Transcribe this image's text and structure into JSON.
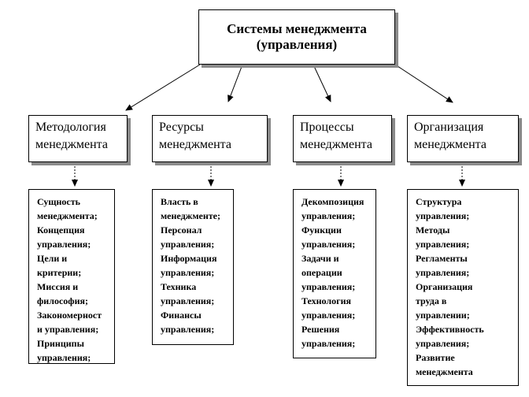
{
  "root": {
    "line1": "Системы менеджмента",
    "line2": "(управления)"
  },
  "categories": [
    {
      "line1": "Методология",
      "line2": "менеджмента",
      "items": [
        "Сущность",
        "менеджмента;",
        "Концепция",
        "управления;",
        "Цели и",
        "критерии;",
        "Миссия и",
        "философия;",
        "Закономерност",
        "и управления;",
        "Принципы",
        "управления;"
      ]
    },
    {
      "line1": "Ресурсы",
      "line2": "менеджмента",
      "items": [
        "Власть в",
        "менеджменте;",
        "Персонал",
        "управления;",
        "Информация",
        "управления;",
        "Техника",
        "управления;",
        "Финансы",
        "управления;"
      ]
    },
    {
      "line1": "Процессы",
      "line2": "менеджмента",
      "items": [
        "Декомпозиция",
        "управления;",
        "Функции",
        "управления;",
        "Задачи и",
        "операции",
        "управления;",
        "Технология",
        "управления;",
        "Решения",
        "управления;"
      ]
    },
    {
      "line1": "Организация",
      "line2": "менеджмента",
      "items": [
        "Структура",
        "управления;",
        "Методы",
        "управления;",
        "Регламенты",
        "управления;",
        "Организация",
        "труда в",
        "управлении;",
        "Эффективность",
        "управления;",
        "Развитие",
        "менеджмента"
      ]
    }
  ]
}
